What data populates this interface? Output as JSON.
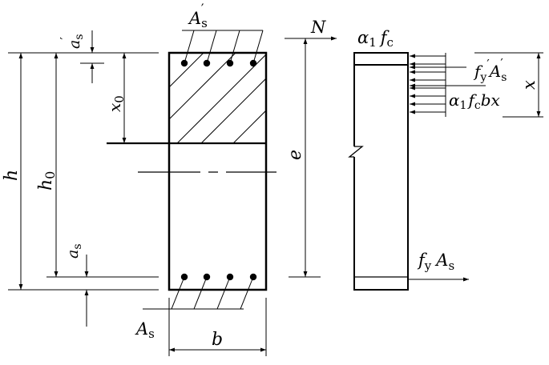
{
  "labels": {
    "As_prime_main": "A",
    "As_prime_sub": "s",
    "As_prime_mark": "′",
    "as_prime_main": "a",
    "as_prime_sub": "s",
    "as_prime_mark": "′",
    "x0_main": "x",
    "x0_sub": "0",
    "h": "h",
    "h0_main": "h",
    "h0_sub": "0",
    "as_main": "a",
    "as_sub": "s",
    "As_main": "A",
    "As_sub": "s",
    "b": "b",
    "e": "e",
    "N": "N",
    "alpha1fc_alpha": "α",
    "alpha1fc_one": "1",
    "alpha1fc_f": "f",
    "alpha1fc_c": "c",
    "fyAs_prime_f": "f",
    "fyAs_prime_y": "y",
    "fyAs_prime_mark": "′",
    "fyAs_prime_A": "A",
    "fyAs_prime_s": "s",
    "fyAs_prime_mark2": "′",
    "a1fcbx_alpha": "α",
    "a1fcbx_one": "1",
    "a1fcbx_f": "f",
    "a1fcbx_c": "c",
    "a1fcbx_bx": "bx",
    "x": "x",
    "fyAs_f": "f",
    "fyAs_y": "y",
    "fyAs_A": "A",
    "fyAs_s": "s"
  }
}
